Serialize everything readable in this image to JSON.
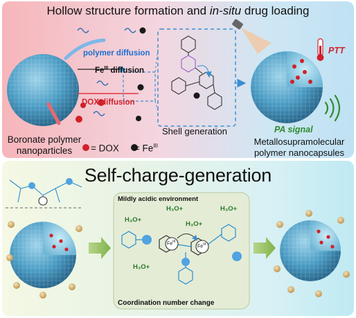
{
  "top_panel": {
    "title_part1": "Hollow structure formation and ",
    "title_italic": "in-situ",
    "title_part2": " drug loading",
    "polymer_diffusion": "polymer diffusion",
    "fe_diffusion_prefix": "Fe",
    "fe_diffusion_sup": "III",
    "fe_diffusion_suffix": " diffusion",
    "dox_diffusion": "DOX diffusion",
    "shell_generation": "Shell generation",
    "boronate_label": "Boronate polymer nanoparticles",
    "legend_dox": "= DOX",
    "legend_fe_prefix": "= Fe",
    "legend_fe_sup": "III",
    "ptt_label": "PTT",
    "pa_label": "PA signal",
    "metallo_label": "Metallosupramolecular polymer nanocapsules"
  },
  "bottom_panel": {
    "title": "Self-charge-generation",
    "acidic_label": "Mildly acidic environment",
    "coord_label": "Coordination number change",
    "h3o_label": "H₃O+",
    "fe_center_prefix": "Fe",
    "fe_center_sup": "III"
  },
  "colors": {
    "dox": "#d0212a",
    "fe": "#1a1a1a",
    "polymer": "#1d6fd0",
    "accent_green": "#2f8a2f"
  }
}
